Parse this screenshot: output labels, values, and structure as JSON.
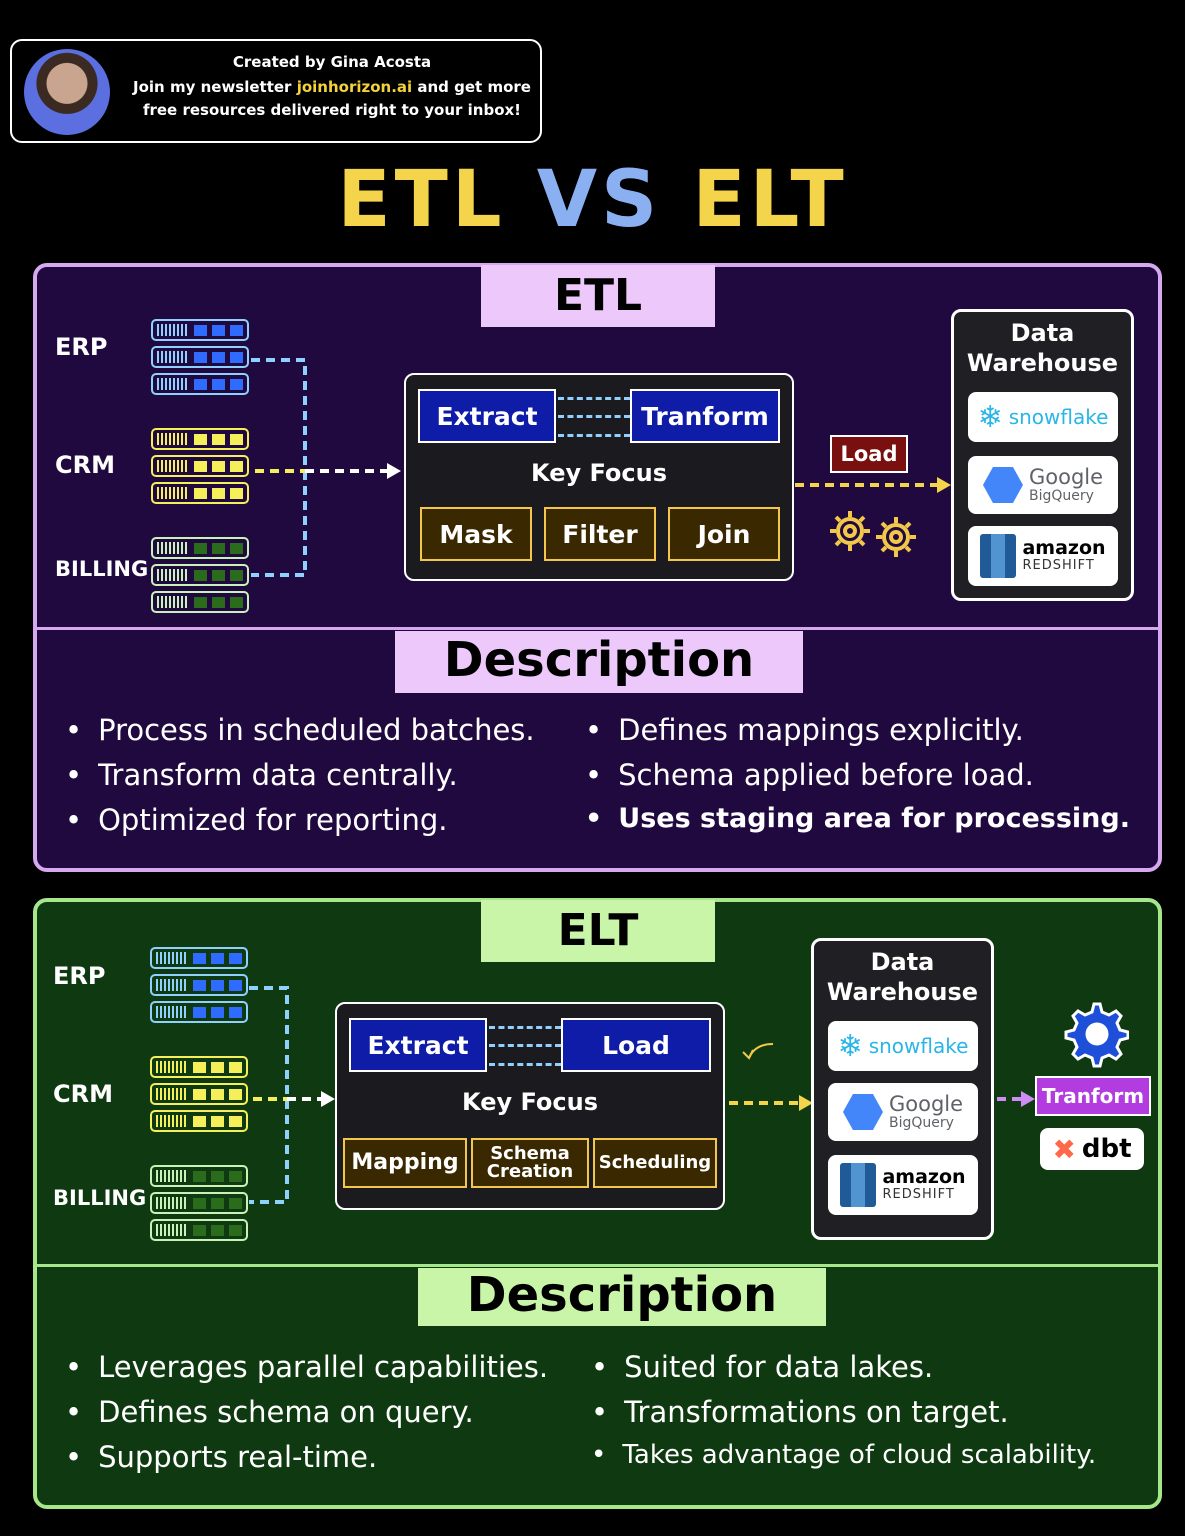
{
  "header": {
    "created_by": "Created by Gina Acosta",
    "line2_pre": "Join my newsletter ",
    "line2_link": "joinhorizon.ai",
    "line2_post": " and get more",
    "line3": "free resources delivered right to your inbox!"
  },
  "title": {
    "part1": "ETL",
    "part2": "VS",
    "part3": "ELT"
  },
  "colors": {
    "title_yellow": "#f3d44a",
    "title_blue": "#8ab0f2",
    "etl_border": "#d6a8f0",
    "etl_bg": "#20093f",
    "elt_border": "#a7e78c",
    "elt_bg": "#0f3a11",
    "erp": "#8fd0ff",
    "crm": "#f5ef5a",
    "billing": "#c9f2b9"
  },
  "sources": {
    "erp": "ERP",
    "crm": "CRM",
    "billing": "BILLING"
  },
  "etl": {
    "tag": "ETL",
    "step1": "Extract",
    "step2": "Tranform",
    "key_focus": "Key Focus",
    "focus": [
      "Mask",
      "Filter",
      "Join"
    ],
    "load_label": "Load",
    "warehouse_title": "Data Warehouse",
    "description_tag": "Description",
    "desc_left": [
      "Process in scheduled batches.",
      "Transform data centrally.",
      "Optimized for reporting."
    ],
    "desc_right": [
      "Defines mappings explicitly.",
      "Schema applied before load.",
      "Uses staging area for processing."
    ]
  },
  "elt": {
    "tag": "ELT",
    "step1": "Extract",
    "step2": "Load",
    "key_focus": "Key Focus",
    "focus": [
      "Mapping",
      "Schema Creation",
      "Scheduling"
    ],
    "warehouse_title": "Data Warehouse",
    "transform_label": "Tranform",
    "dbt_label": "dbt",
    "description_tag": "Description",
    "desc_left": [
      "Leverages parallel capabilities.",
      "Defines schema on query.",
      "Supports real-time."
    ],
    "desc_right": [
      "Suited for data lakes.",
      "Transformations on target.",
      "Takes advantage of cloud scalability."
    ]
  },
  "logos": {
    "snowflake": "snowflake",
    "google": "Google",
    "bigquery": "BigQuery",
    "amazon": "amazon",
    "redshift": "REDSHIFT"
  }
}
